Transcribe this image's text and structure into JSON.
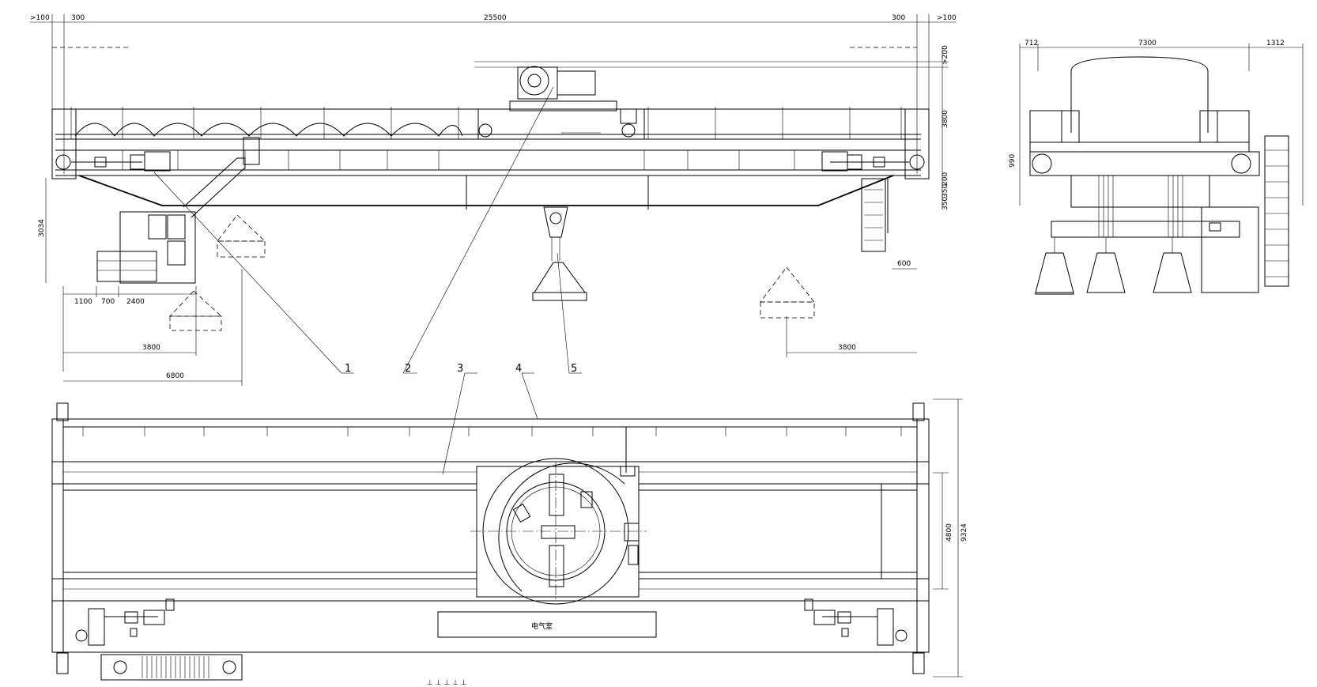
{
  "dims": {
    "top_left_overhang": ">100",
    "top_left_offset": "300",
    "span": "25500",
    "top_right_offset": "300",
    "top_right_overhang": ">100",
    "right_clear_top": ">200",
    "height_3800": "3800",
    "dim_990": "990",
    "dim_3503": "350",
    "dim_3504": "350",
    "dim_200": "200",
    "height_3034": "3034",
    "cab_1100": "1100",
    "cab_700": "700",
    "cab_2400": "2400",
    "right_600": "600",
    "side_712": "712",
    "side_7300": "7300",
    "side_1312": "1312",
    "plan_4800": "4800",
    "plan_9324": "9324"
  },
  "notes": {
    "left_hook_limit": "3800",
    "left_hook_limit_sub": "",
    "left_hook_limit2": "6800",
    "left_hook_limit2_sub": "",
    "right_hook_limit": "3800",
    "right_hook_limit_sub": ""
  },
  "callouts": [
    "1",
    "2",
    "3",
    "4",
    "5"
  ],
  "plan_room_label": "电气室",
  "bottom_marks": "⊥ ⊥ ⊥ ⊥ ⊥"
}
